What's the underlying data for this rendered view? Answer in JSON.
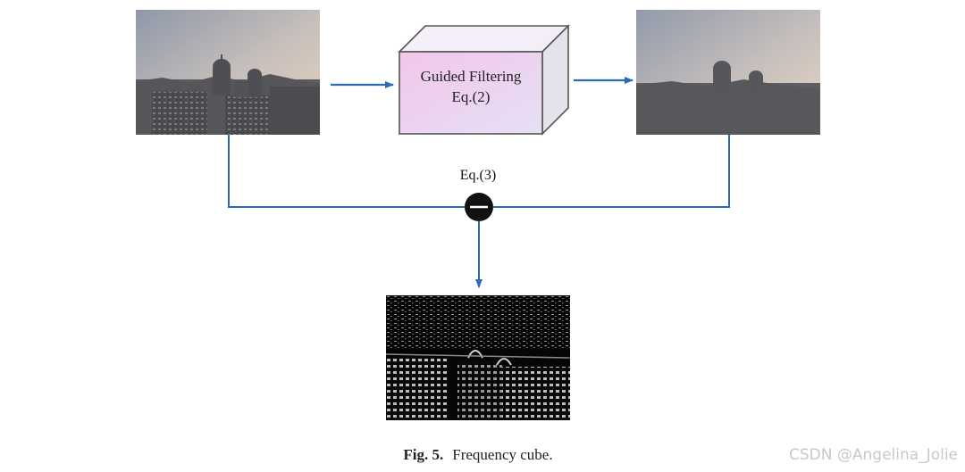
{
  "diagram": {
    "process_box": {
      "line1": "Guided Filtering",
      "line2": "Eq.(2)"
    },
    "operator": {
      "label": "Eq.(3)",
      "symbol": "minus-operator-icon"
    },
    "caption": {
      "figure_number": "Fig. 5.",
      "text": "Frequency cube."
    },
    "watermark": "CSDN @Angelina_Jolie",
    "colors": {
      "arrow": "#2a6ab8",
      "connector": "#2a6ab8",
      "cube_front_start": "#f2c6ea",
      "cube_front_end": "#e6e0f5",
      "operator_fill": "#111111"
    }
  }
}
